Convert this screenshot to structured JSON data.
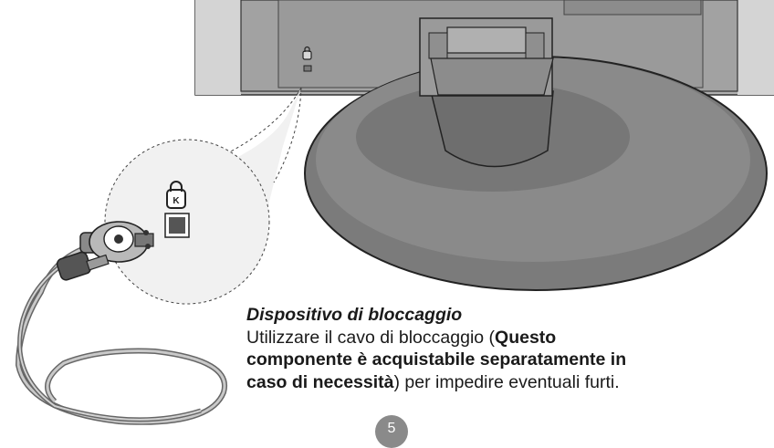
{
  "caption": {
    "title": "Dispositivo di bloccaggio",
    "line1": "Utilizzare il cavo di bloccaggio (",
    "bold1": "Questo",
    "bold2": "componente è acquistabile separatamente in",
    "bold3": "caso di necessità",
    "line3_tail": ") per impedire eventuali furti."
  },
  "page_number": "5",
  "colors": {
    "monitor_body": "#b3b3b3",
    "monitor_panel": "#9a9a9a",
    "stand_dark": "#7d7d7d",
    "stand_mid": "#989898",
    "page_circle": "#8a8a8a"
  },
  "icons": [
    "kensington-lock-icon",
    "lock-slot",
    "cable-lock",
    "key"
  ]
}
